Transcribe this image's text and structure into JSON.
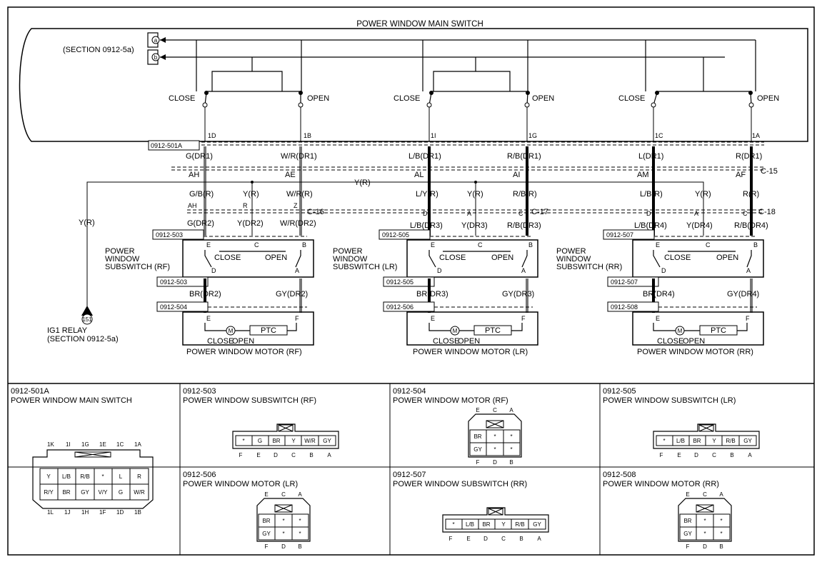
{
  "main_switch": {
    "title": "POWER WINDOW MAIN SWITCH",
    "section_ref": "(SECTION 0912-5a)",
    "bus_a": "a",
    "bus_b": "b",
    "close": "CLOSE",
    "open": "OPEN",
    "pins": [
      "1D",
      "1B",
      "1I",
      "1G",
      "1C",
      "1A"
    ],
    "connector": "0912-501A"
  },
  "wire_labels": {
    "top": [
      "G(DR1)",
      "W/R(DR1)",
      "L/B(DR1)",
      "R/B(DR1)",
      "L(DR1)",
      "R(DR1)"
    ],
    "joints_row": [
      "AH",
      "AE",
      "AL",
      "AI",
      "AM",
      "AF"
    ],
    "c15": "C-15",
    "yr": "Y(R)",
    "mid": [
      "G/B(R)",
      "Y(R)",
      "W/R(R)",
      "L/Y(R)",
      "Y(R)",
      "R/B(R)",
      "L/B(R)",
      "Y(R)",
      "R(R)"
    ],
    "pins_row": [
      "AH",
      "R",
      "Z",
      "D",
      "A",
      "C",
      "D",
      "A",
      "C"
    ],
    "c16": "C-16",
    "c17": "C-17",
    "c18": "C-18",
    "sub": [
      "G(DR2)",
      "Y(DR2)",
      "W/R(DR2)",
      "L/B(DR3)",
      "Y(DR3)",
      "R/B(DR3)",
      "L/B(DR4)",
      "Y(DR4)",
      "R/B(DR4)"
    ],
    "motor": [
      "BR(DR2)",
      "GY(DR2)",
      "BR(DR3)",
      "GY(DR3)",
      "BR(DR4)",
      "GY(DR4)"
    ]
  },
  "ig1": {
    "wire": "Y(R)",
    "number": "151",
    "label1": "IG1 RELAY",
    "label2": "(SECTION 0912-5a)"
  },
  "subswitches": [
    {
      "conn_top": "0912-503",
      "conn_bottom": "0912-503",
      "motor_conn": "0912-504",
      "name1": "POWER",
      "name2": "WINDOW",
      "name3": "SUBSWITCH (RF)",
      "motor_name": "POWER WINDOW MOTOR (RF)"
    },
    {
      "conn_top": "0912-505",
      "conn_bottom": "0912-505",
      "motor_conn": "0912-506",
      "name1": "POWER",
      "name2": "WINDOW",
      "name3": "SUBSWITCH (LR)",
      "motor_name": "POWER WINDOW MOTOR (LR)"
    },
    {
      "conn_top": "0912-507",
      "conn_bottom": "0912-507",
      "motor_conn": "0912-508",
      "name1": "POWER",
      "name2": "WINDOW",
      "name3": "SUBSWITCH (RR)",
      "motor_name": "POWER WINDOW MOTOR (RR)"
    }
  ],
  "switch_pins": {
    "e": "E",
    "c": "C",
    "b": "B",
    "d": "D",
    "a": "A",
    "f": "F"
  },
  "motor_parts": {
    "m": "M",
    "ptc": "PTC",
    "close": "CLOSE",
    "open": "OPEN"
  },
  "connectors": [
    {
      "id": "0912-501A",
      "name": "POWER WINDOW MAIN SWITCH",
      "top_pins": [
        "1K",
        "1I",
        "1G",
        "1E",
        "1C",
        "1A"
      ],
      "bottom_pins": [
        "1L",
        "1J",
        "1H",
        "1F",
        "1D",
        "1B"
      ],
      "row1": [
        "Y",
        "L/B",
        "R/B",
        "*",
        "L",
        "R"
      ],
      "row2": [
        "R/Y",
        "BR",
        "GY",
        "V/Y",
        "G",
        "W/R"
      ]
    },
    {
      "id": "0912-503",
      "name": "POWER WINDOW SUBSWITCH (RF)",
      "cells": [
        "*",
        "G",
        "BR",
        "Y",
        "W/R",
        "GY"
      ],
      "pins": [
        "F",
        "E",
        "D",
        "C",
        "B",
        "A"
      ]
    },
    {
      "id": "0912-504",
      "name": "POWER WINDOW MOTOR (RF)",
      "top": [
        "E",
        "C",
        "A"
      ],
      "row1": [
        "BR",
        "*",
        "*"
      ],
      "row2": [
        "GY",
        "*",
        "*"
      ],
      "bottom": [
        "F",
        "D",
        "B"
      ]
    },
    {
      "id": "0912-505",
      "name": "POWER WINDOW SUBSWITCH (LR)",
      "cells": [
        "*",
        "L/B",
        "BR",
        "Y",
        "R/B",
        "GY"
      ],
      "pins": [
        "F",
        "E",
        "D",
        "C",
        "B",
        "A"
      ]
    },
    {
      "id": "0912-506",
      "name": "POWER WINDOW MOTOR (LR)",
      "top": [
        "E",
        "C",
        "A"
      ],
      "row1": [
        "BR",
        "*",
        "*"
      ],
      "row2": [
        "GY",
        "*",
        "*"
      ],
      "bottom": [
        "F",
        "D",
        "B"
      ]
    },
    {
      "id": "0912-507",
      "name": "POWER WINDOW SUBSWITCH (RR)",
      "cells": [
        "*",
        "L/B",
        "BR",
        "Y",
        "R/B",
        "GY"
      ],
      "pins": [
        "F",
        "E",
        "D",
        "C",
        "B",
        "A"
      ]
    },
    {
      "id": "0912-508",
      "name": "POWER WINDOW MOTOR (RR)",
      "top": [
        "E",
        "C",
        "A"
      ],
      "row1": [
        "BR",
        "*",
        "*"
      ],
      "row2": [
        "GY",
        "*",
        "*"
      ],
      "bottom": [
        "F",
        "D",
        "B"
      ]
    }
  ]
}
